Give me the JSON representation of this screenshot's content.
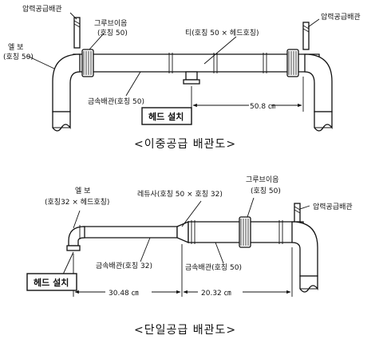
{
  "top_diagram": {
    "labels": {
      "supply_left": "압력공급배관",
      "supply_right": "압력공급배관",
      "groove_coupling": "그루브이음",
      "groove_coupling_size": "(호칭 50)",
      "elbow": "엘 보",
      "elbow_size": "(호칭 50)",
      "tee": "티(호칭 50 × 헤드호칭)",
      "metal_pipe": "금속배관(호칭 50)",
      "dimension": "50.8 ㎝",
      "head_install": "헤드 설치"
    },
    "caption": "<이중공급 배관도>"
  },
  "bottom_diagram": {
    "labels": {
      "elbow": "엘 보",
      "elbow_size": "(호칭32 × 헤드호칭)",
      "reducer": "레듀사(호칭 50 × 호칭 32)",
      "groove_coupling": "그루브이음",
      "groove_coupling_size": "(호칭 50)",
      "supply": "압력공급배관",
      "metal_pipe_32": "금속배관(호칭 32)",
      "metal_pipe_50": "금속배관(호칭 50)",
      "head_install": "헤드 설치",
      "dim_left": "30.48 ㎝",
      "dim_right": "20.32 ㎝"
    },
    "caption": "<단일공급 배관도>"
  }
}
